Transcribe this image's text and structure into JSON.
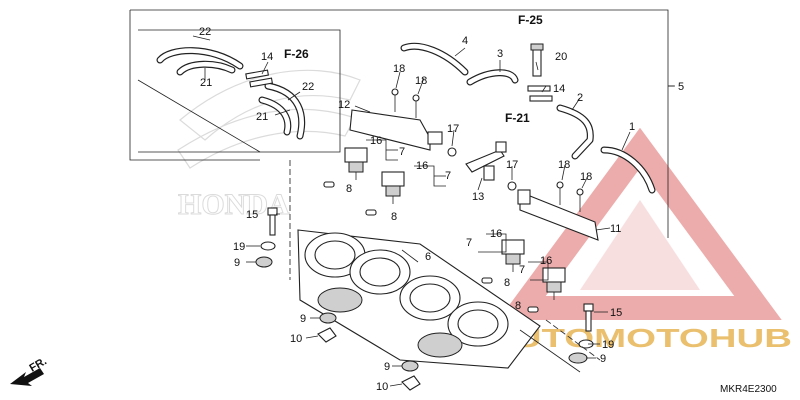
{
  "diagram": {
    "code": "MKR4E2300",
    "direction_label": "FR.",
    "watermark": {
      "brand": "AUTOMOTOHUB",
      "logo": "HONDA"
    },
    "references": [
      "F-25",
      "F-26",
      "F-21"
    ],
    "part_numbers": {
      "p1": "1",
      "p2": "2",
      "p3": "3",
      "p4": "4",
      "p5": "5",
      "p6": "6",
      "p7": "7",
      "p8": "8",
      "p9": "9",
      "p10": "10",
      "p11": "11",
      "p12": "12",
      "p13": "13",
      "p14": "14",
      "p15": "15",
      "p16": "16",
      "p17": "17",
      "p18": "18",
      "p19": "19",
      "p20": "20",
      "p21": "21",
      "p22": "22"
    }
  }
}
